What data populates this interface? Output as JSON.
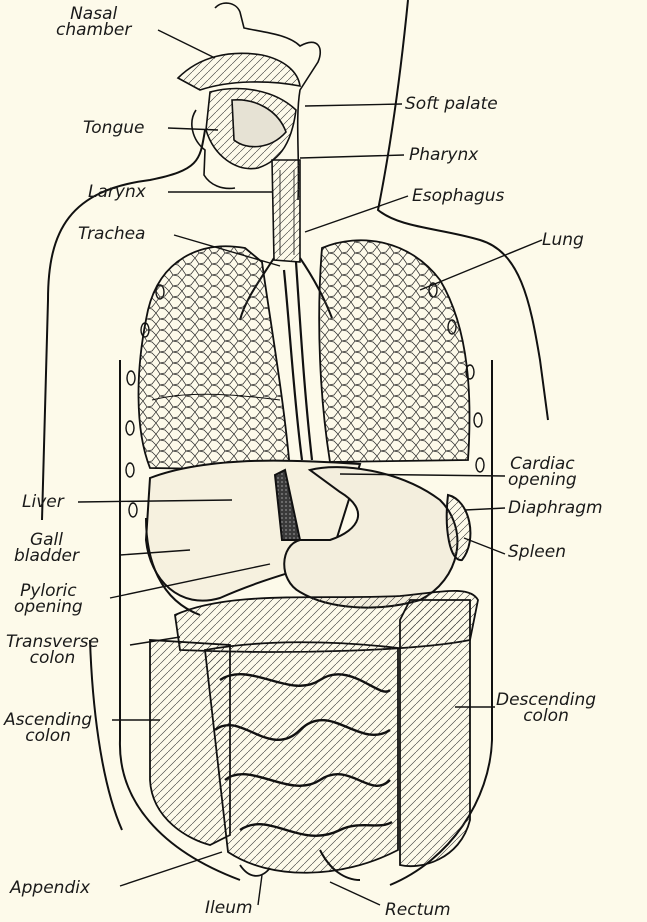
{
  "colors": {
    "background": "#fdfaea",
    "ink": "#1a1a1a",
    "shade": "#cfcabc"
  },
  "labels": {
    "nasal_chamber": "Nasal\nchamber",
    "soft_palate": "Soft palate",
    "tongue": "Tongue",
    "pharynx": "Pharynx",
    "larynx": "Larynx",
    "esophagus": "Esophagus",
    "trachea": "Trachea",
    "lung": "Lung",
    "cardiac_opening": "Cardiac\nopening",
    "diaphragm": "Diaphragm",
    "liver": "Liver",
    "gall_bladder": "Gall\nbladder",
    "spleen": "Spleen",
    "pyloric_opening": "Pyloric\nopening",
    "transverse_colon": "Transverse\ncolon",
    "descending_colon": "Descending\ncolon",
    "ascending_colon": "Ascending\ncolon",
    "appendix": "Appendix",
    "ileum": "Ileum",
    "rectum": "Rectum"
  }
}
